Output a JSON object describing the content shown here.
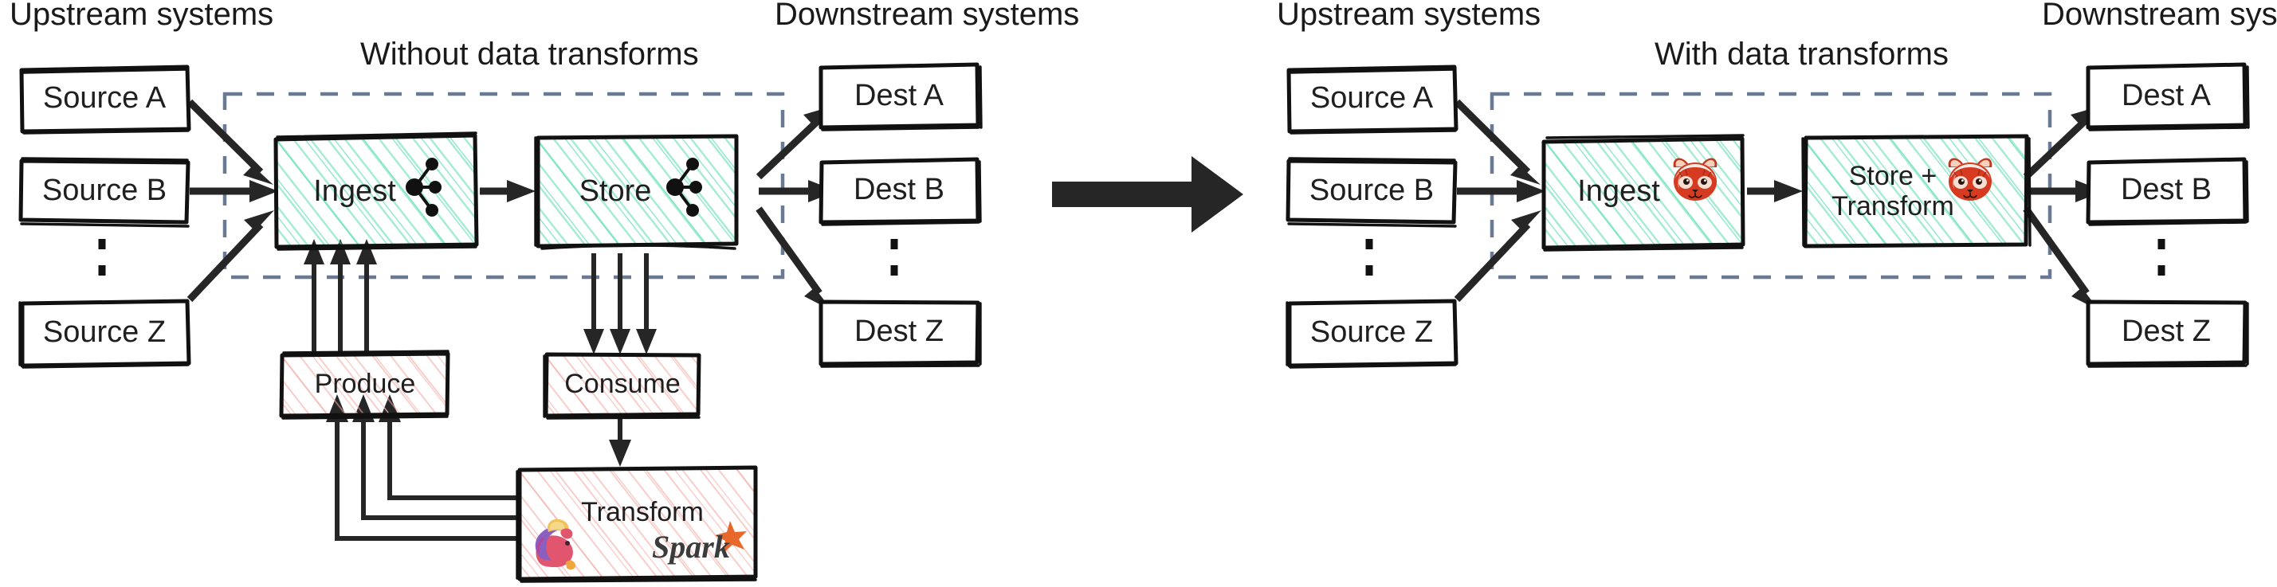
{
  "diagram": {
    "type": "architecture-comparison",
    "panels": [
      {
        "id": "without",
        "title": "Without data transforms",
        "upstream_heading": "Upstream systems",
        "downstream_heading": "Downstream systems",
        "sources": [
          "Source A",
          "Source B",
          "Source Z"
        ],
        "destinations": [
          "Dest A",
          "Dest B",
          "Dest Z"
        ],
        "pipeline": [
          {
            "label": "Ingest",
            "icon": "kafka-icon",
            "style": "green-hatch"
          },
          {
            "label": "Store",
            "icon": "kafka-icon",
            "style": "green-hatch"
          }
        ],
        "external": [
          {
            "label": "Produce",
            "icon": null,
            "style": "pink-hatch"
          },
          {
            "label": "Consume",
            "icon": null,
            "style": "pink-hatch"
          },
          {
            "label": "Transform",
            "icon": "flink-icon,spark-icon",
            "style": "pink-hatch"
          }
        ]
      },
      {
        "id": "with",
        "title": "With data transforms",
        "upstream_heading": "Upstream systems",
        "downstream_heading": "Downstream systems",
        "sources": [
          "Source A",
          "Source B",
          "Source Z"
        ],
        "destinations": [
          "Dest A",
          "Dest B",
          "Dest Z"
        ],
        "pipeline": [
          {
            "label": "Ingest",
            "icon": "redpanda-icon",
            "style": "green-hatch"
          },
          {
            "label": "Store +\nTransform",
            "icon": "redpanda-icon",
            "style": "green-hatch"
          }
        ],
        "external": []
      }
    ],
    "transition_arrow": "big-right-arrow-icon",
    "colors": {
      "green_hatch": "#5ddcb0",
      "pink_hatch": "#f2a6a0",
      "dashed_boundary": "#6b7a93",
      "stroke": "#111111",
      "arrow": "#262626",
      "redpanda_red": "#d63a21",
      "spark_orange": "#e8682c",
      "flink_pink": "#e6526f"
    }
  },
  "left": {
    "title": "Without data transforms",
    "upstream_heading": "Upstream systems",
    "downstream_heading": "Downstream systems",
    "source_a": "Source A",
    "source_b": "Source B",
    "source_z": "Source Z",
    "dest_a": "Dest A",
    "dest_b": "Dest B",
    "dest_z": "Dest Z",
    "ingest": "Ingest",
    "store": "Store",
    "produce": "Produce",
    "consume": "Consume",
    "transform": "Transform"
  },
  "right": {
    "title": "With data transforms",
    "upstream_heading": "Upstream systems",
    "downstream_heading": "Downstream systems",
    "source_a": "Source A",
    "source_b": "Source B",
    "source_z": "Source Z",
    "dest_a": "Dest A",
    "dest_b": "Dest B",
    "dest_z": "Dest Z",
    "ingest": "Ingest",
    "store_transform_line1": "Store +",
    "store_transform_line2": "Transform"
  }
}
